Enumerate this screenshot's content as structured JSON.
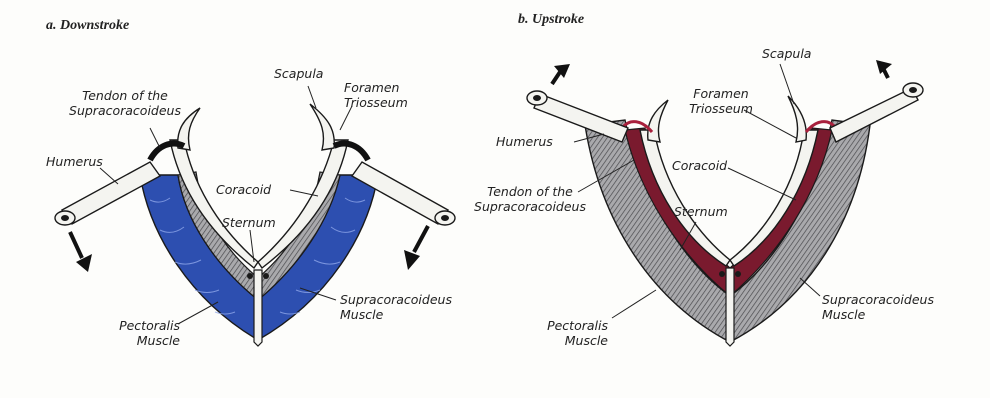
{
  "panels": {
    "downstroke": {
      "title": "a. Downstroke",
      "labels": {
        "tendon": "Tendon of the\nSupracoracoideus",
        "scapula": "Scapula",
        "foramen": "Foramen\nTriosseum",
        "humerus": "Humerus",
        "coracoid": "Coracoid",
        "sternum": "Sternum",
        "supracoracoideus": "Supracoracoideus\nMuscle",
        "pectoralis": "Pectoralis\nMuscle"
      }
    },
    "upstroke": {
      "title": "b. Upstroke",
      "labels": {
        "scapula": "Scapula",
        "foramen": "Foramen\nTriosseum",
        "humerus": "Humerus",
        "coracoid": "Coracoid",
        "tendon": "Tendon of the\nSupracoracoideus",
        "sternum": "Sternum",
        "supracoracoideus": "Supracoracoideus\nMuscle",
        "pectoralis": "Pectoralis\nMuscle"
      }
    }
  },
  "colors": {
    "pectoralis_active": "#2d4fb0",
    "supracoracoideus_active": "#7a1a2e",
    "muscle_inactive": "#8f8f92",
    "bone_fill": "#f4f4f0",
    "outline": "#1a1a1a"
  }
}
